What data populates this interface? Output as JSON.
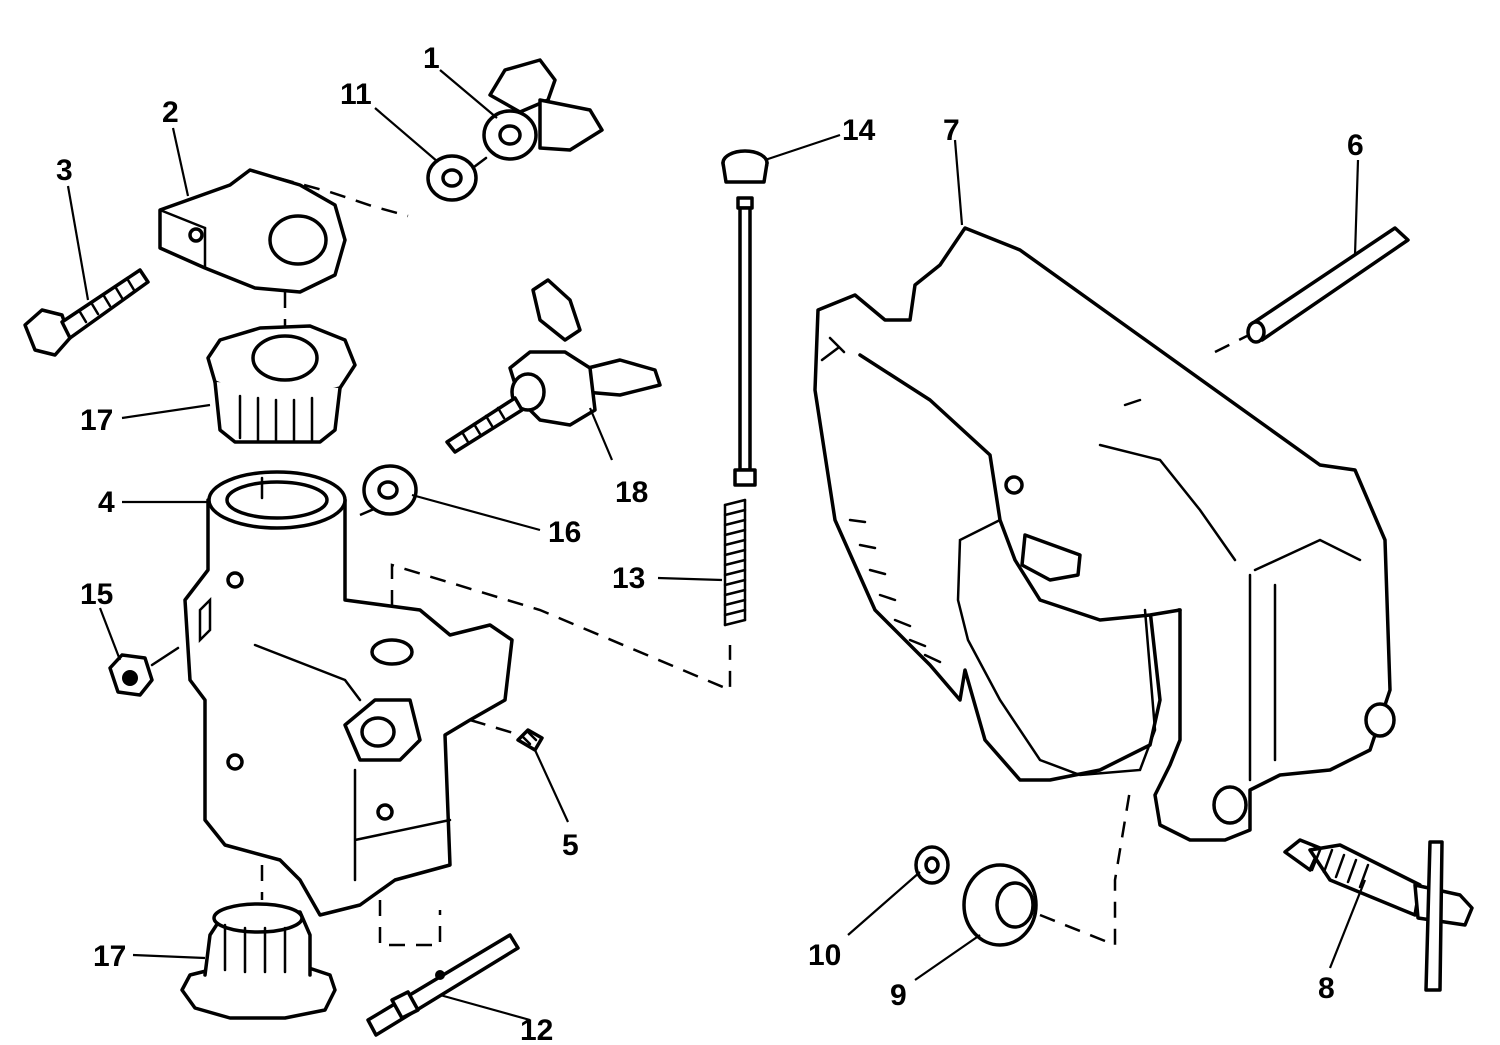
{
  "callouts": [
    {
      "id": "c1",
      "text": "1"
    },
    {
      "id": "c2",
      "text": "2"
    },
    {
      "id": "c3",
      "text": "3"
    },
    {
      "id": "c4",
      "text": "4"
    },
    {
      "id": "c5",
      "text": "5"
    },
    {
      "id": "c6",
      "text": "6"
    },
    {
      "id": "c7",
      "text": "7"
    },
    {
      "id": "c8",
      "text": "8"
    },
    {
      "id": "c9",
      "text": "9"
    },
    {
      "id": "c10",
      "text": "10"
    },
    {
      "id": "c11",
      "text": "11"
    },
    {
      "id": "c12",
      "text": "12"
    },
    {
      "id": "c13",
      "text": "13"
    },
    {
      "id": "c14",
      "text": "14"
    },
    {
      "id": "c15",
      "text": "15"
    },
    {
      "id": "c16",
      "text": "16"
    },
    {
      "id": "c17a",
      "text": "17"
    },
    {
      "id": "c17b",
      "text": "17"
    },
    {
      "id": "c18",
      "text": "18"
    }
  ]
}
